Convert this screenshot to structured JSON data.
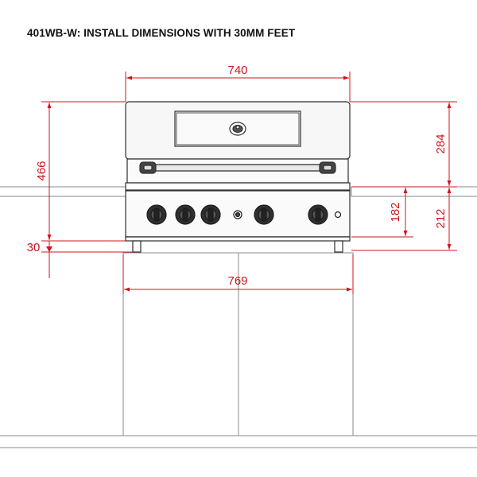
{
  "title": "401WB-W: INSTALL DIMENSIONS WITH 30MM FEET",
  "dimensions": {
    "overall_width": "740",
    "cutout_width": "769",
    "overall_height": "466",
    "hood_height": "284",
    "above_bench_height": "212",
    "below_bench_height": "182",
    "feet_height": "30"
  },
  "colors": {
    "dimension": "#d0141c",
    "outline": "#3a3a3a",
    "bench": "#888888"
  }
}
